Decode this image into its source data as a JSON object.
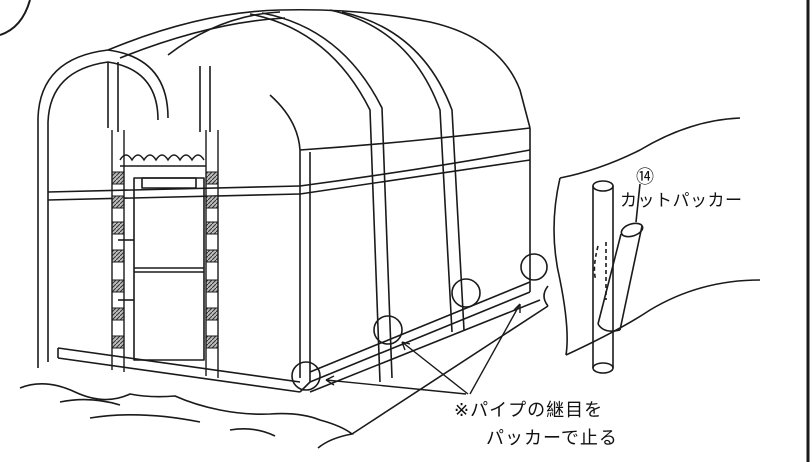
{
  "callout": {
    "number": "⑭",
    "part_name": "カットパッカー"
  },
  "note": {
    "line1": "※パイプの継目を",
    "line2": "パッカーで止る"
  },
  "colors": {
    "line": "#1a1a1a",
    "pipe_band": "#555555",
    "background": "#ffffff"
  }
}
